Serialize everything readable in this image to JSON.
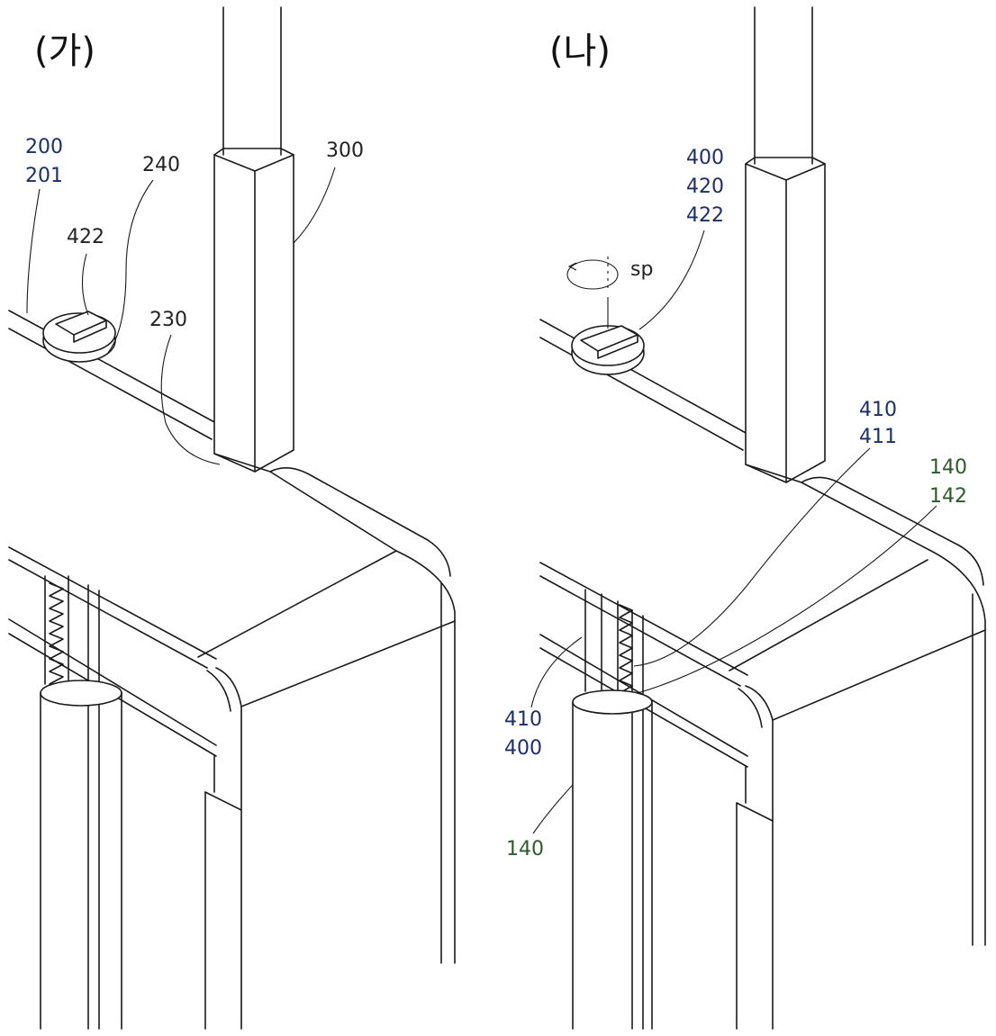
{
  "panels": {
    "left": {
      "title": "(가)",
      "labels": {
        "l200": "200",
        "l201": "201",
        "l240": "240",
        "l300": "300",
        "l422": "422",
        "l230": "230"
      }
    },
    "right": {
      "title": "(나)",
      "labels": {
        "l400top": "400",
        "l420": "420",
        "l422": "422",
        "lsp": "sp",
        "l410top": "410",
        "l411": "411",
        "l140top": "140",
        "l142": "142",
        "l410bot": "410",
        "l400bot": "400",
        "l140bot": "140"
      }
    }
  },
  "colors": {
    "line": "#1a1a1a",
    "label_blue": "#1e2f66",
    "label_green": "#2e5a2a"
  }
}
